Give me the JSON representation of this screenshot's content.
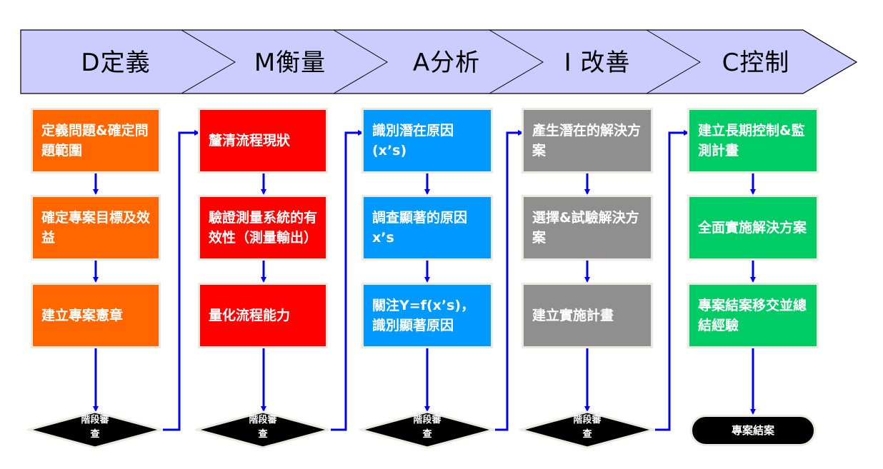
{
  "phases": [
    {
      "label": "D定義"
    },
    {
      "label": "M衡量"
    },
    {
      "label": "A分析"
    },
    {
      "label": "I 改善"
    },
    {
      "label": "C控制"
    }
  ],
  "columns": [
    {
      "phase": "D",
      "steps": [
        "定義問題&確定問題範圍",
        "確定專案目標及效益",
        "建立專案憲章"
      ]
    },
    {
      "phase": "M",
      "steps": [
        "釐清流程現狀",
        "驗證測量系統的有效性（測量輸出）",
        "量化流程能力"
      ]
    },
    {
      "phase": "A",
      "steps": [
        "識別潛在原因(x’s)",
        "調查顯著的原因x’s",
        "關注Y=f(x’s)，識別顯著原因"
      ]
    },
    {
      "phase": "I",
      "steps": [
        "產生潛在的解決方案",
        "選擇&試驗解決方案",
        "建立實施計畫"
      ]
    },
    {
      "phase": "C",
      "steps": [
        "建立長期控制&監測計畫",
        "全面實施解決方案",
        "專案結案移交並總結經驗"
      ]
    }
  ],
  "review": {
    "line1": "階段審",
    "line2": "查"
  },
  "terminal": {
    "label": "專案結案"
  },
  "colors": {
    "header_fill": "#ccccff",
    "connector": "#0000ee",
    "D": "#ff6600",
    "M": "#ff0000",
    "A": "#0099ff",
    "I": "#8f8f8f",
    "C": "#00cc66",
    "box_border": "#ece9e0"
  }
}
